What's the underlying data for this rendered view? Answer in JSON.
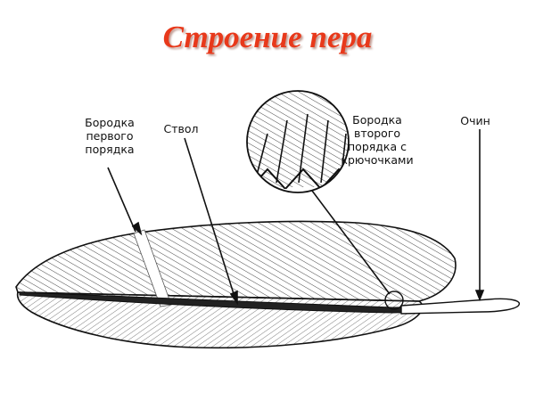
{
  "title": "Строение пера",
  "labels": {
    "first_order_barb": [
      "Бородка",
      "первого",
      "порядка"
    ],
    "shaft": "Ствол",
    "second_order_barb": [
      "Бородка",
      "второго",
      "порядка с",
      "крючочками"
    ],
    "calamus": "Очин"
  },
  "colors": {
    "title": "#e8391b",
    "ink": "#111111"
  }
}
